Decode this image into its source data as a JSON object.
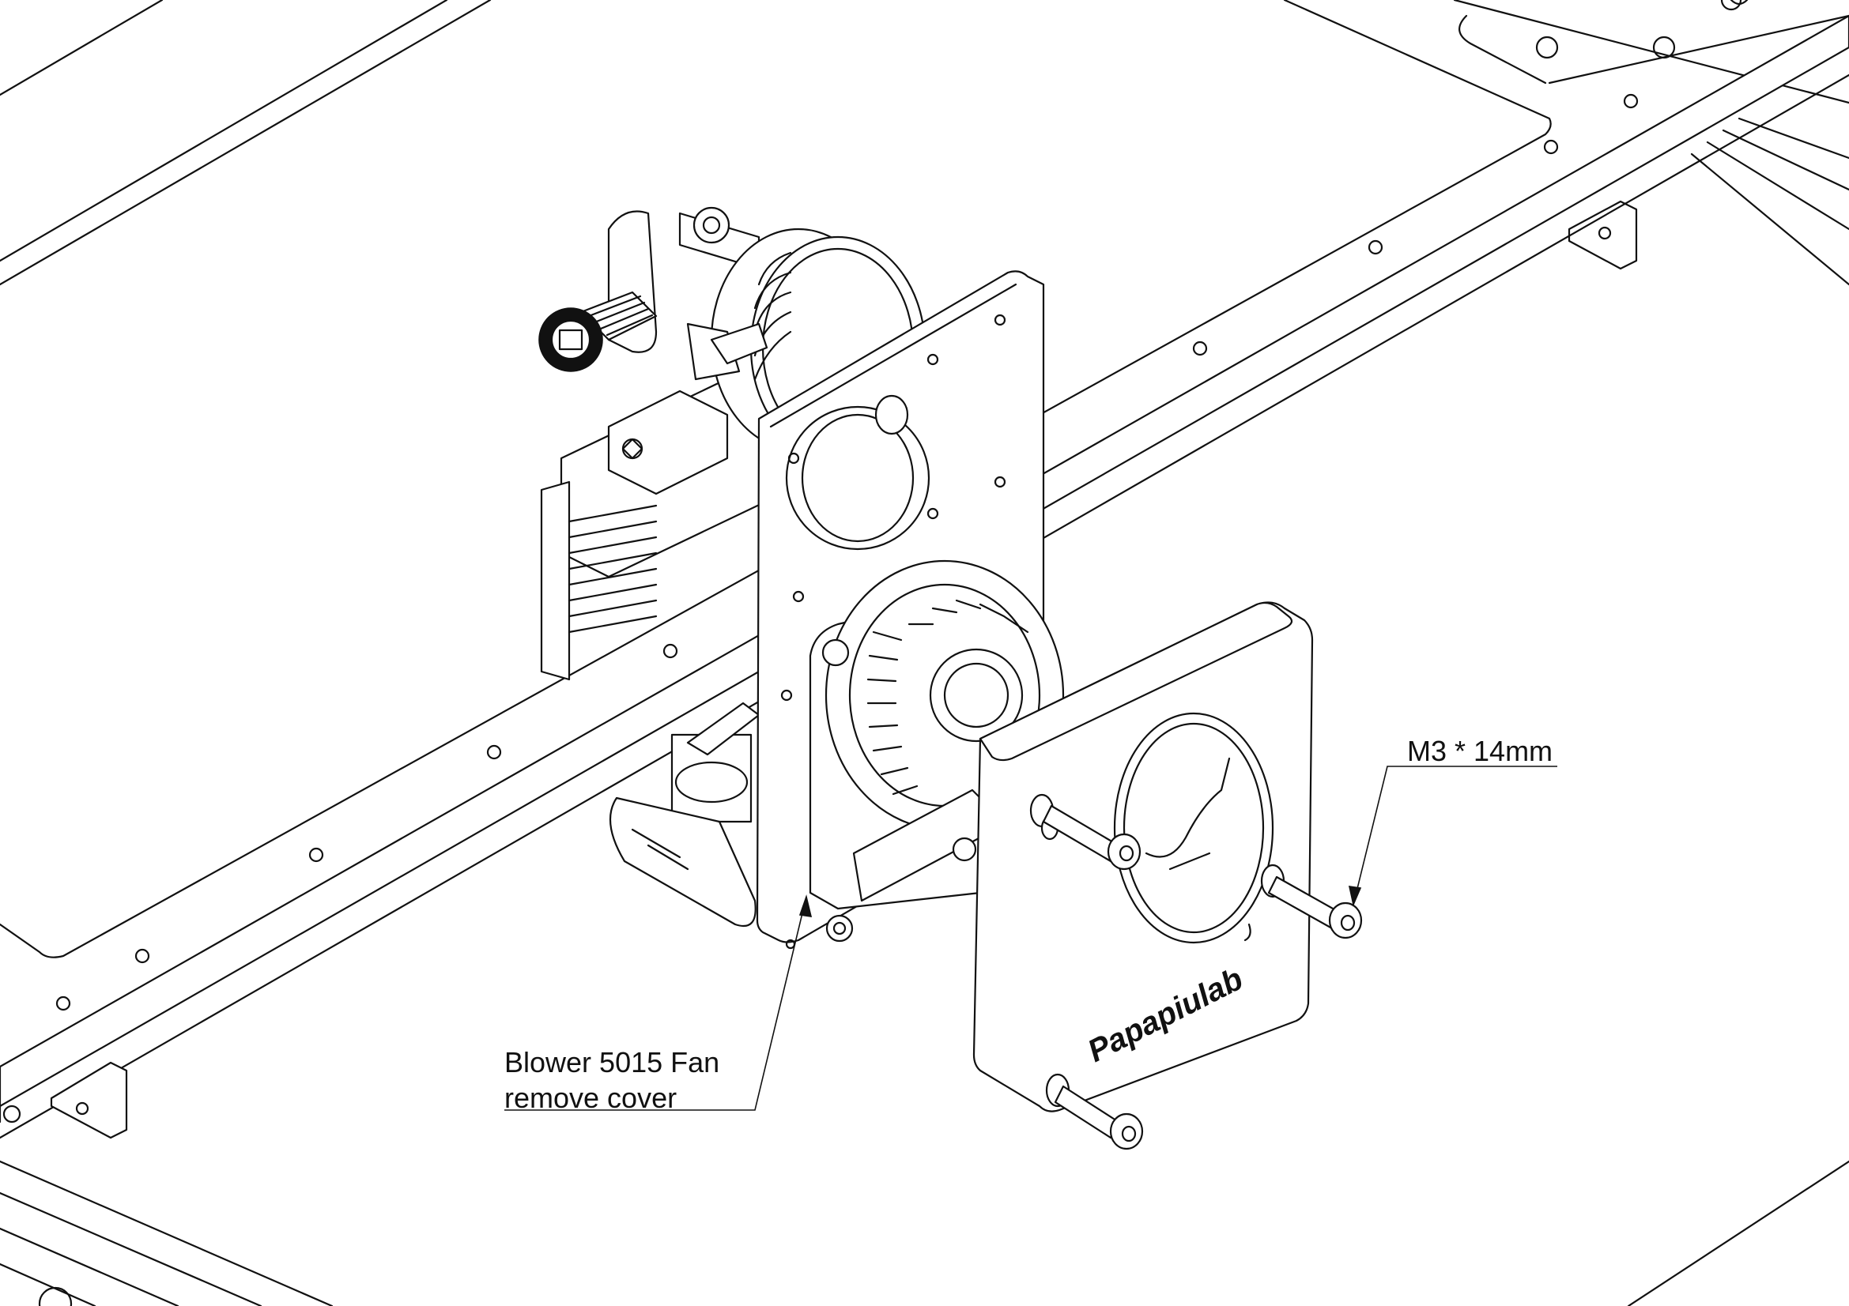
{
  "callouts": {
    "fan": {
      "line1": "Blower 5015 Fan",
      "line2": "remove cover"
    },
    "screw": {
      "label": "M3 * 14mm"
    }
  },
  "cover": {
    "brand": "Papapiulab"
  }
}
